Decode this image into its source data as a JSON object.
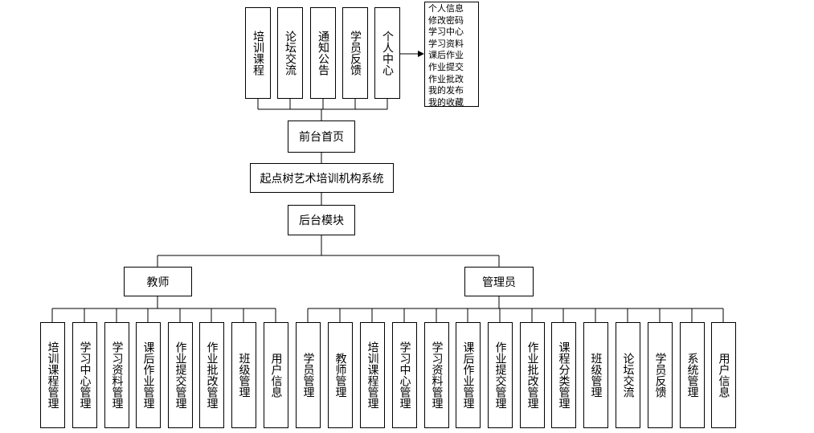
{
  "root": {
    "label": "起点树艺术培训机构系统"
  },
  "frontend": {
    "label": "前台首页",
    "modules": [
      "培训课程",
      "论坛交流",
      "通知公告",
      "学员反馈",
      "个人中心"
    ],
    "personal_center_items": [
      "个人信息",
      "修改密码",
      "学习中心",
      "学习资料",
      "课后作业",
      "作业提交",
      "作业批改",
      "我的发布",
      "我的收藏"
    ]
  },
  "backend": {
    "label": "后台模块",
    "teacher": {
      "label": "教师",
      "modules": [
        "培训课程管理",
        "学习中心管理",
        "学习资料管理",
        "课后作业管理",
        "作业提交管理",
        "作业批改管理",
        "班级管理",
        "用户信息"
      ]
    },
    "admin": {
      "label": "管理员",
      "modules": [
        "学员管理",
        "教师管理",
        "培训课程管理",
        "学习中心管理",
        "学习资料管理",
        "课后作业管理",
        "作业提交管理",
        "作业批改管理",
        "课程分类管理",
        "班级管理",
        "论坛交流",
        "学员反馈",
        "系统管理",
        "用户信息"
      ]
    }
  },
  "colors": {
    "line": "#000000",
    "box_border": "#000000",
    "background": "#ffffff"
  }
}
